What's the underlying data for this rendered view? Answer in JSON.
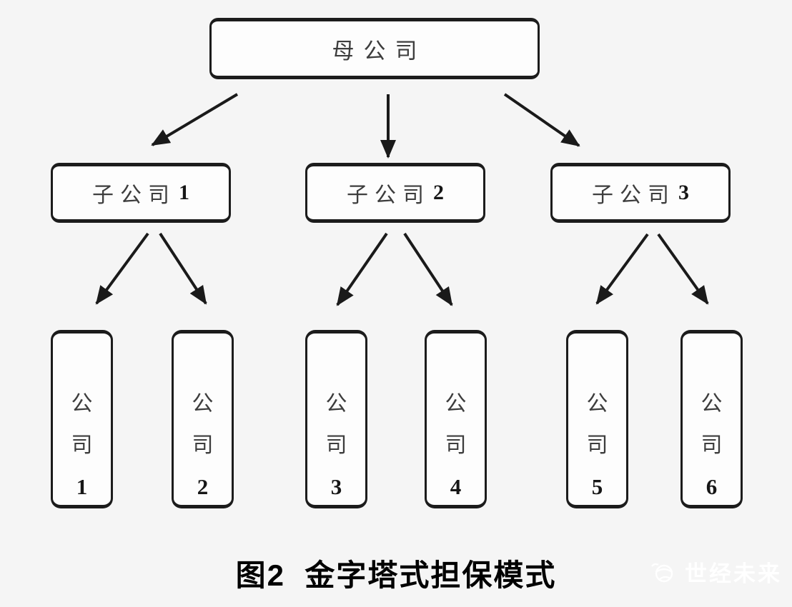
{
  "diagram": {
    "root": {
      "label": "母公司"
    },
    "children": [
      {
        "text": "子公司",
        "num": "1"
      },
      {
        "text": "子公司",
        "num": "2"
      },
      {
        "text": "子公司",
        "num": "3"
      }
    ],
    "grandchildren": [
      {
        "chars": [
          "公",
          "司"
        ],
        "num": "1"
      },
      {
        "chars": [
          "公",
          "司"
        ],
        "num": "2"
      },
      {
        "chars": [
          "公",
          "司"
        ],
        "num": "3"
      },
      {
        "chars": [
          "公",
          "司"
        ],
        "num": "4"
      },
      {
        "chars": [
          "公",
          "司"
        ],
        "num": "5"
      },
      {
        "chars": [
          "公",
          "司"
        ],
        "num": "6"
      }
    ]
  },
  "caption": "图2  金字塔式担保模式",
  "watermark": {
    "icon": "globe-icon",
    "text": "世经未来"
  },
  "colors": {
    "background": "#f5f5f5",
    "box_fill": "#fdfdfd",
    "box_border": "#1c1c1c",
    "arrow": "#1a1a1a",
    "label_text": "#3d3d3d",
    "number_text": "#161616",
    "caption_text": "#000000",
    "watermark_text": "#ffffff"
  }
}
